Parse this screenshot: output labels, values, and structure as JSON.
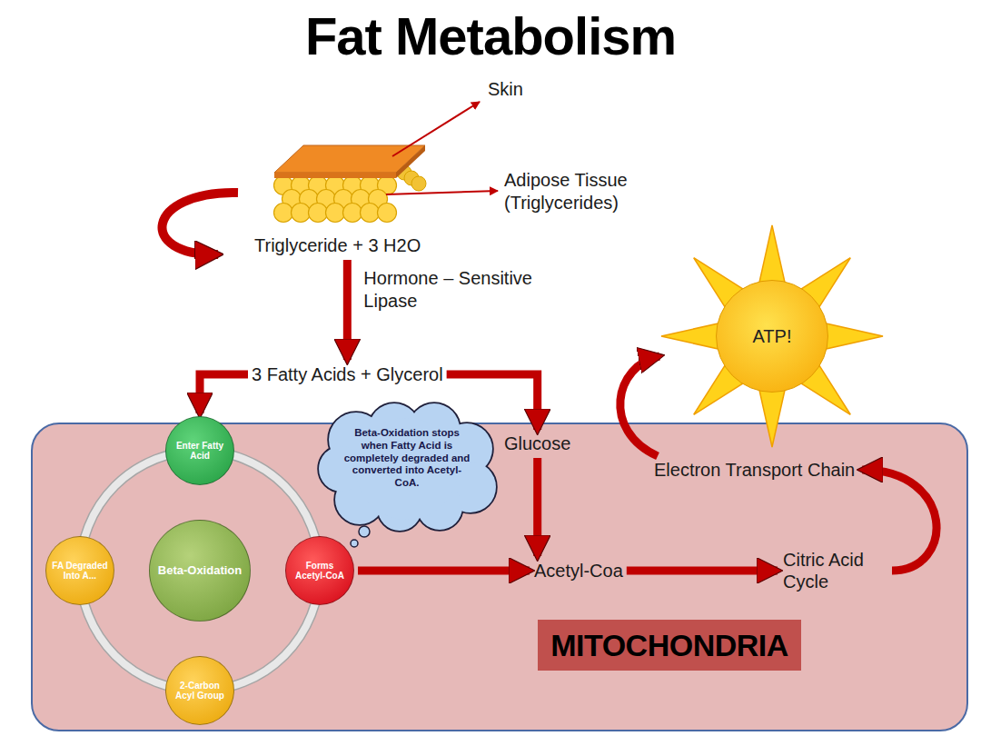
{
  "diagram": {
    "title": "Fat Metabolism",
    "nodes": [
      {
        "text": [
          "Triglyceride + 3 H2O"
        ]
      },
      {
        "text": [
          "3 Fatty Acids + Glycerol"
        ]
      },
      {
        "text": [
          "Beta-Oxidation"
        ]
      },
      {
        "text": [
          "Enter Fatty Acid"
        ]
      },
      {
        "text": [
          "Forms Acetyl-CoA"
        ]
      },
      {
        "text": [
          "2-Carbon Acyl Group"
        ]
      },
      {
        "text": [
          "FA Degraded Into A..."
        ]
      },
      {
        "text": [
          "Beta-Oxidation stops when Fatty Acid is completely degraded and converted into Acetyl-CoA."
        ]
      },
      {
        "text": [
          "Glucose"
        ]
      },
      {
        "text": [
          "Acetyl-Coa"
        ]
      },
      {
        "text": [
          "Citric Acid Cycle"
        ]
      },
      {
        "text": [
          "Electron Transport Chain"
        ]
      },
      {
        "text": [
          "ATP!"
        ]
      },
      {
        "text": [
          "MITOCHONDRIA"
        ]
      }
    ],
    "edges": [
      {
        "from": 0,
        "to": 1,
        "label": "Hormone – Sensitive Lipase",
        "arrow": "to"
      },
      {
        "from": 1,
        "to": 3,
        "arrow": "to"
      },
      {
        "from": 1,
        "to": 8,
        "arrow": "to"
      },
      {
        "from": 4,
        "to": 9,
        "arrow": "to"
      },
      {
        "from": 8,
        "to": 9,
        "arrow": "to"
      },
      {
        "from": 9,
        "to": 10,
        "arrow": "to"
      },
      {
        "from": 10,
        "to": 11,
        "arrow": "to"
      },
      {
        "from": 11,
        "to": 12,
        "arrow": "to"
      }
    ],
    "labels": [
      "Skin",
      "Adipose Tissue (Triglycerides)"
    ]
  }
}
